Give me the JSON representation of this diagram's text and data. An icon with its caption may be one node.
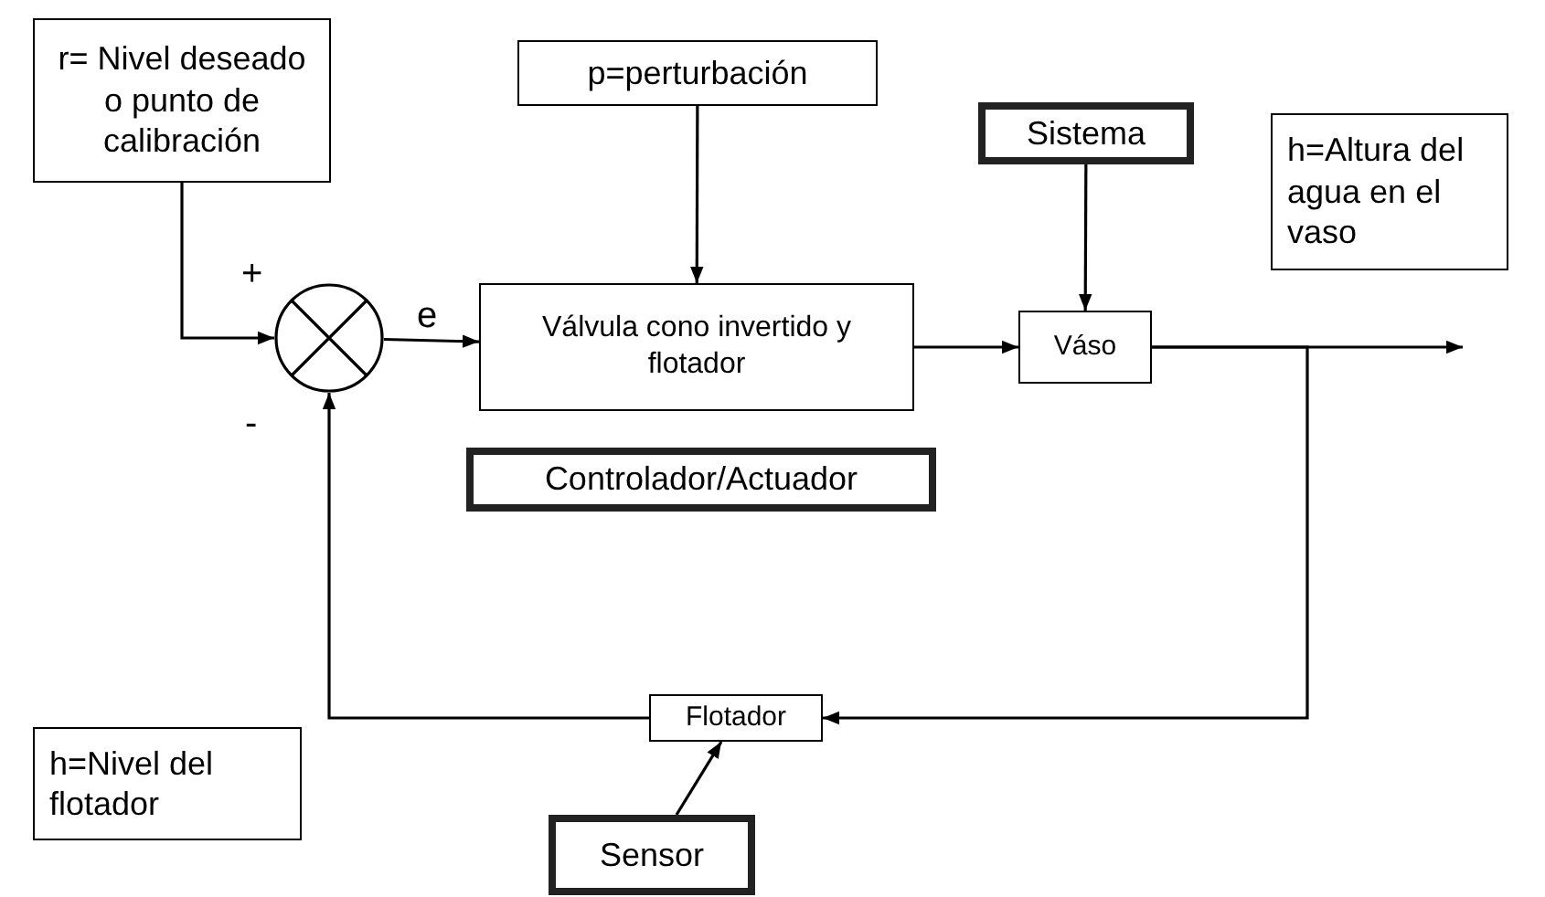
{
  "diagram": {
    "nodes": [
      {
        "text": [
          "r= Nivel deseado o punto de calibración"
        ]
      },
      {
        "text": [],
        "shape": "circle"
      },
      {
        "text": [
          "p=perturbación"
        ]
      },
      {
        "text": [
          "Válvula cono invertido y flotador"
        ]
      },
      {
        "text": [
          "Sistema"
        ]
      },
      {
        "text": [
          "Váso"
        ]
      },
      {
        "text": [
          "h=Altura del agua en el vaso"
        ]
      },
      {
        "text": [
          "Controlador/Actuador"
        ]
      },
      {
        "text": [
          "h=Nivel del flotador"
        ]
      },
      {
        "text": [
          "Flotador"
        ]
      },
      {
        "text": [
          "Sensor"
        ]
      }
    ],
    "edges": [
      {
        "from": 0,
        "to": 1,
        "arrow": "to"
      },
      {
        "from": 1,
        "to": 3,
        "arrow": "to",
        "label": "e"
      },
      {
        "from": 2,
        "to": 3,
        "arrow": "to"
      },
      {
        "from": 3,
        "to": 5,
        "arrow": "to"
      },
      {
        "from": 4,
        "to": 5,
        "arrow": "to"
      },
      {
        "from": 5,
        "to": null,
        "arrow": "to"
      },
      {
        "from": 5,
        "to": 9,
        "arrow": "to"
      },
      {
        "from": 9,
        "to": 1,
        "arrow": "to"
      },
      {
        "from": 10,
        "to": 9,
        "arrow": "to"
      }
    ],
    "labels": [
      "+",
      "-"
    ]
  }
}
